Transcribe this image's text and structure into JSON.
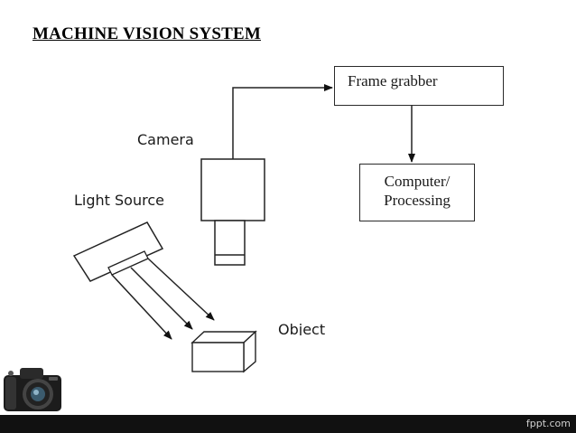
{
  "slide": {
    "title": "MACHINE VISION SYSTEM"
  },
  "diagram": {
    "frame_grabber": "Frame grabber",
    "computer_line1": "Computer/",
    "computer_line2": "Processing",
    "camera": "Camera",
    "light_source": "Light Source",
    "object": "Object"
  },
  "footer": {
    "brand": "fppt.com"
  },
  "icons": {
    "camera_photo": "dslr-camera-icon"
  }
}
